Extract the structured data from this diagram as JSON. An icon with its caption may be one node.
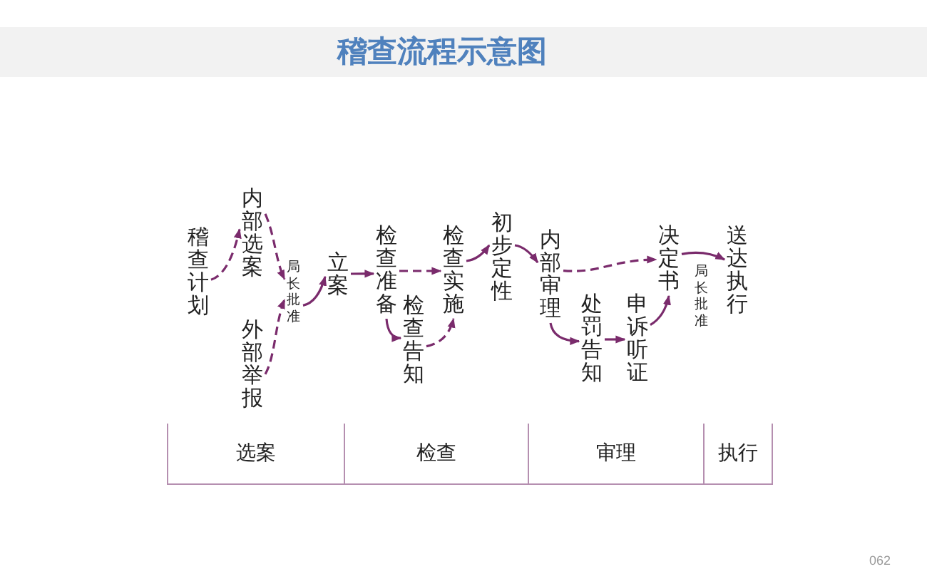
{
  "diagram": {
    "title": "稽查流程示意图",
    "nodes": [
      {
        "text": [
          "稽查计划"
        ]
      },
      {
        "text": [
          "内部选案"
        ]
      },
      {
        "text": [
          "外部举报"
        ]
      },
      {
        "text": [
          "局长批准"
        ]
      },
      {
        "text": [
          "立案"
        ]
      },
      {
        "text": [
          "检查准备"
        ]
      },
      {
        "text": [
          "检查告知"
        ]
      },
      {
        "text": [
          "检查实施"
        ]
      },
      {
        "text": [
          "初步定性"
        ]
      },
      {
        "text": [
          "内部审理"
        ]
      },
      {
        "text": [
          "处罚告知"
        ]
      },
      {
        "text": [
          "申诉听证"
        ]
      },
      {
        "text": [
          "决定书"
        ]
      },
      {
        "text": [
          "送达执行"
        ]
      }
    ],
    "edges": [
      {
        "from": 0,
        "to": 1,
        "arrow": "to",
        "style": "dashed"
      },
      {
        "from": 1,
        "to": 3,
        "arrow": "to",
        "style": "dashed"
      },
      {
        "from": 2,
        "to": 3,
        "arrow": "to",
        "style": "dashed"
      },
      {
        "from": 3,
        "to": 4,
        "arrow": "to"
      },
      {
        "from": 4,
        "to": 5,
        "arrow": "to"
      },
      {
        "from": 5,
        "to": 7,
        "arrow": "to",
        "style": "dashed"
      },
      {
        "from": 5,
        "to": 6,
        "arrow": "to"
      },
      {
        "from": 6,
        "to": 7,
        "arrow": "to",
        "style": "dashed"
      },
      {
        "from": 7,
        "to": 8,
        "arrow": "to"
      },
      {
        "from": 8,
        "to": 9,
        "arrow": "to"
      },
      {
        "from": 9,
        "to": 12,
        "arrow": "to",
        "style": "dashed"
      },
      {
        "from": 9,
        "to": 10,
        "arrow": "to"
      },
      {
        "from": 10,
        "to": 11,
        "arrow": "to"
      },
      {
        "from": 11,
        "to": 12,
        "arrow": "to"
      },
      {
        "from": 12,
        "to": 13,
        "arrow": "to",
        "label": "局长批准"
      }
    ],
    "labels": [
      "选案",
      "检查",
      "审理",
      "执行",
      "062"
    ]
  }
}
